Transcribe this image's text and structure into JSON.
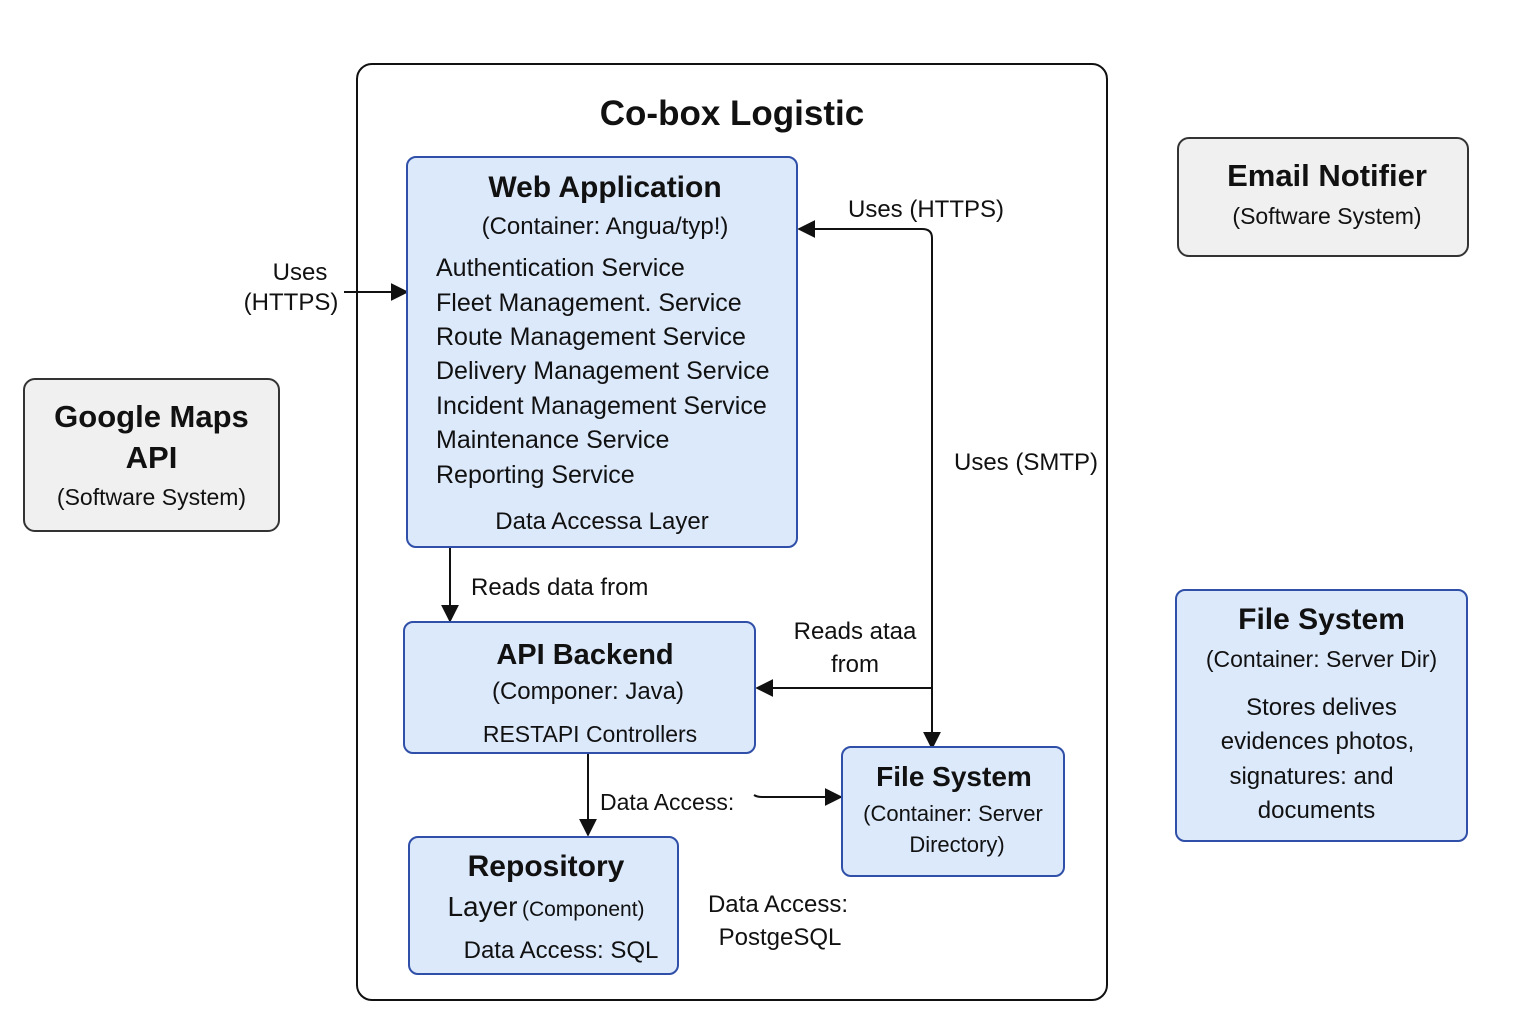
{
  "boundary": {
    "title": "Co-box Logistic"
  },
  "web_app": {
    "title": "Web Application",
    "subtitle": "(Container: Angua/typ!)",
    "services": [
      "Authentication Service",
      "Fleet Management. Service",
      "Route Management Service",
      "Delivery Management Service",
      "Incident Management Service",
      "Maintenance Service",
      "Reporting Service"
    ],
    "footer": "Data Accessa Layer"
  },
  "api_backend": {
    "title": "API Backend",
    "subtitle": "(Componer: Java)",
    "detail": "RESTAPI Controllers"
  },
  "repository": {
    "title": "Repository",
    "line2_main": "Layer",
    "line2_small": "(Component)",
    "detail": "Data Access: SQL"
  },
  "file_system_inner": {
    "title": "File System",
    "subtitle_1": "(Container: Server",
    "subtitle_2": "Directory)"
  },
  "google_maps": {
    "title_1": "Google Maps",
    "title_2": "API",
    "subtitle": "(Software System)"
  },
  "email_notifier": {
    "title": "Email Notifier",
    "subtitle": "(Software System)"
  },
  "file_system_outer": {
    "title": "File System",
    "subtitle": "(Container: Server Dir)",
    "desc": [
      "Stores delives",
      "evidences photos,",
      "signatures: and",
      "documents"
    ]
  },
  "edges": {
    "uses_https_left_1": "Uses",
    "uses_https_left_2": "(HTTPS)",
    "uses_https_right": "Uses (HTTPS)",
    "uses_smtp": "Uses (SMTP)",
    "reads_data_from": "Reads data from",
    "reads_ataa_1": "Reads ataa",
    "reads_ataa_2": "from",
    "data_access": "Data Access:",
    "postgres_1": "Data Access:",
    "postgres_2": "PostgeSQL"
  },
  "colors": {
    "container_fill": "#dce9fb",
    "container_border": "#2f4fa8",
    "external_fill": "#f0f0f0"
  }
}
